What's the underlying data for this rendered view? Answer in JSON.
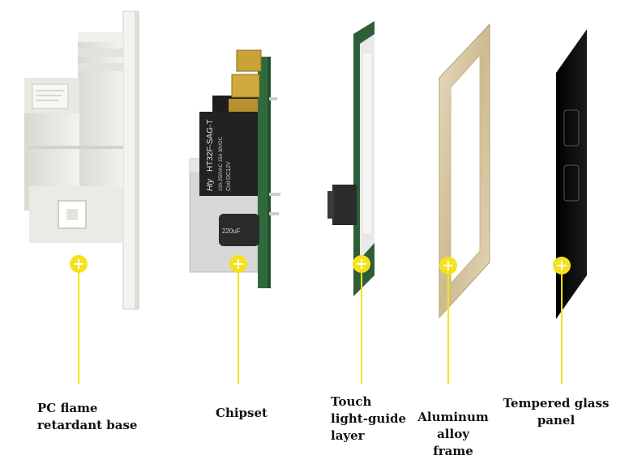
{
  "colors": {
    "marker": "#f5e21b",
    "marker_cross": "#ffffff",
    "base": "#ecebe6",
    "pcb": "#2f6a3c",
    "relay": "#222222",
    "frame": "#d8c9a4",
    "glass": "#0c0c0c"
  },
  "components": [
    {
      "id": "base",
      "label_lines": [
        "PC flame",
        "retardant base"
      ]
    },
    {
      "id": "chipset",
      "label_lines": [
        "Chipset"
      ]
    },
    {
      "id": "touch-layer",
      "label_lines": [
        "Touch",
        "light-guide",
        "layer"
      ]
    },
    {
      "id": "frame",
      "label_lines": [
        "Aluminum",
        "alloy",
        "frame"
      ]
    },
    {
      "id": "glass",
      "label_lines": [
        "Tempered glass",
        "panel"
      ]
    }
  ],
  "relay_text": [
    "Hty",
    "HT32F-SAG-T",
    "10A 250VAC 15A 30VDC",
    "Coil:DC12V"
  ],
  "capacitor_text": "220uF"
}
